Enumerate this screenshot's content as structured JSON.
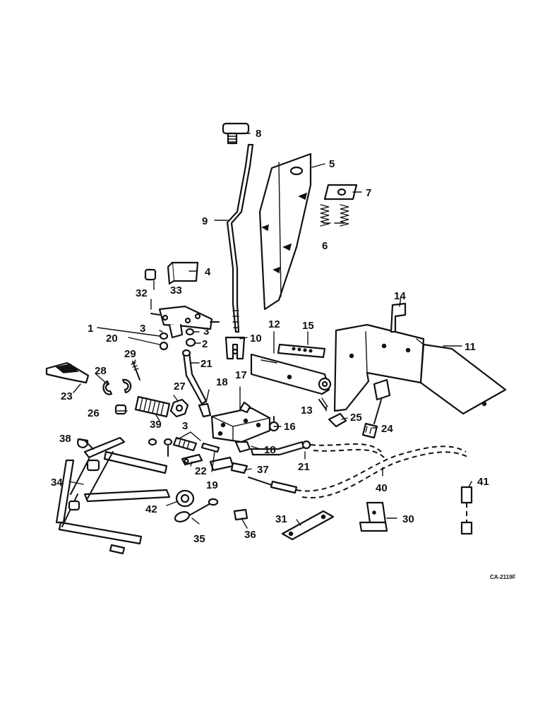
{
  "diagram": {
    "drawing_code": "CA-2119F",
    "part_labels": [
      "1",
      "2",
      "3",
      "3",
      "3",
      "4",
      "5",
      "6",
      "7",
      "8",
      "9",
      "10",
      "11",
      "12",
      "13",
      "14",
      "15",
      "16",
      "17",
      "18",
      "18",
      "19",
      "20",
      "21",
      "21",
      "22",
      "23",
      "24",
      "25",
      "26",
      "27",
      "28",
      "29",
      "30",
      "31",
      "32",
      "33",
      "34",
      "35",
      "36",
      "37",
      "38",
      "39",
      "40",
      "41",
      "42"
    ]
  }
}
